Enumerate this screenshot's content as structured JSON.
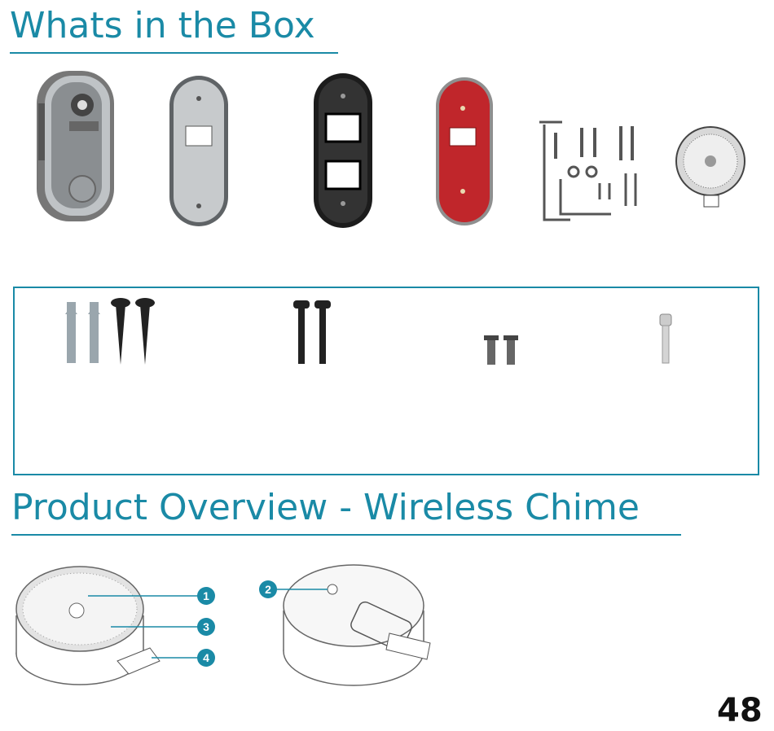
{
  "section_box": {
    "title": "Whats in the Box"
  },
  "section_overview": {
    "title": "Product Overview - Wireless Chime"
  },
  "callouts": [
    "1",
    "2",
    "3",
    "4"
  ],
  "page_number": "48",
  "colors": {
    "accent": "#1a8aa6",
    "red_plate": "#c0262b"
  },
  "box_items": [
    "doorbell-icon",
    "backplate-gray-icon",
    "backplate-black-icon",
    "backplate-red-icon",
    "hardware-kit-icon",
    "chime-icon"
  ],
  "hardware_items": [
    "anchors-and-screws-icon",
    "machine-screws-icon",
    "short-screws-icon",
    "security-screw-icon"
  ]
}
